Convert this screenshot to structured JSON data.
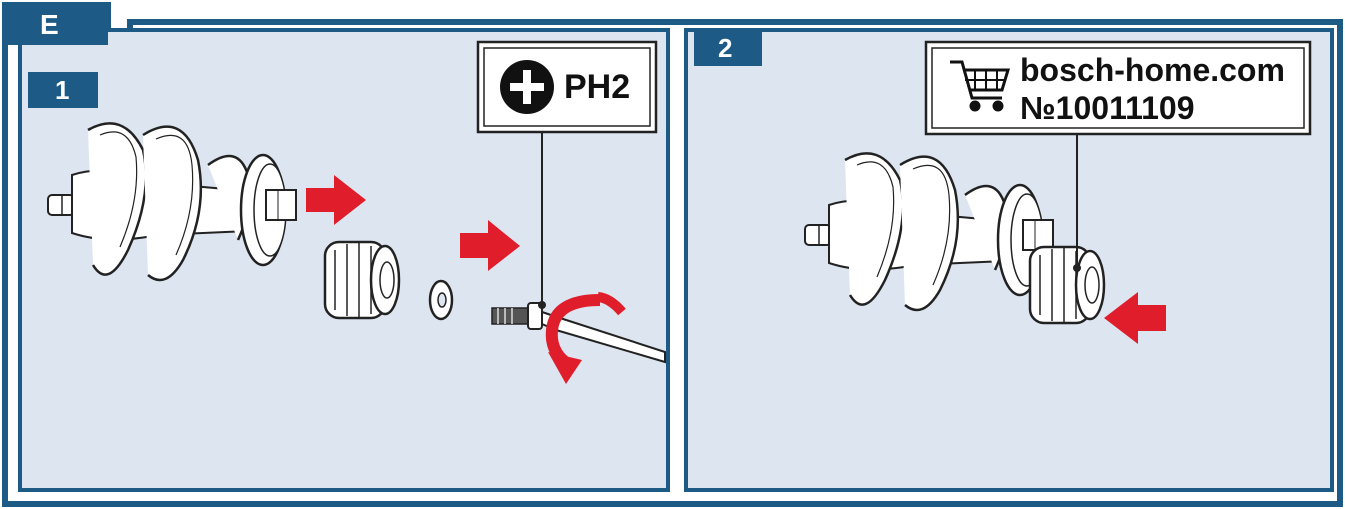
{
  "section": {
    "label": "E"
  },
  "steps": [
    {
      "number": "1",
      "callout": {
        "icon": "phillips-screwdriver-icon",
        "text": "PH2"
      }
    },
    {
      "number": "2",
      "callout": {
        "icon": "shopping-cart-icon",
        "line1": "bosch-home.com",
        "line2": "№10011109"
      }
    }
  ],
  "colors": {
    "frame_blue": "#1d5b86",
    "panel_bg": "#dde5f1",
    "arrow_red": "#e01e2b",
    "outline": "#222222"
  }
}
